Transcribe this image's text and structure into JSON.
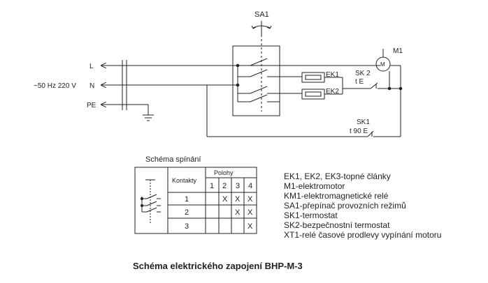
{
  "labels": {
    "L": "L",
    "N": "N",
    "PE": "PE",
    "supply": "~50 Hz 220 V",
    "SA1": "SA1",
    "M1": "M1",
    "motor_symbol": "M",
    "EK1": "EK1",
    "EK2": "EK2",
    "SK2": "SK 2",
    "SK2_sub": "t E",
    "SK1": "SK1",
    "SK1_sub": "t 90 E"
  },
  "switching": {
    "title": "Schéma spínání",
    "col_kontakty": "Kontakty",
    "col_polohy": "Polohy",
    "positions": [
      "1",
      "2",
      "3",
      "4"
    ],
    "rows": [
      {
        "contact": "1",
        "marks": [
          "",
          "X",
          "X",
          "X"
        ]
      },
      {
        "contact": "2",
        "marks": [
          "",
          "",
          "X",
          "X"
        ]
      },
      {
        "contact": "3",
        "marks": [
          "",
          "",
          "",
          "X"
        ]
      }
    ]
  },
  "legend": [
    "EK1, EK2, EK3-topné články",
    "M1-elektromotor",
    "KM1-elektromagnetické relé",
    "SA1-přepínač provozních režimů",
    "SK1-termostat",
    "SK2-bezpečnostní termostat",
    "XT1-relé časové prodlevy vypínání motoru"
  ],
  "caption": "Schéma elektrického zapojení BHP-M-3"
}
